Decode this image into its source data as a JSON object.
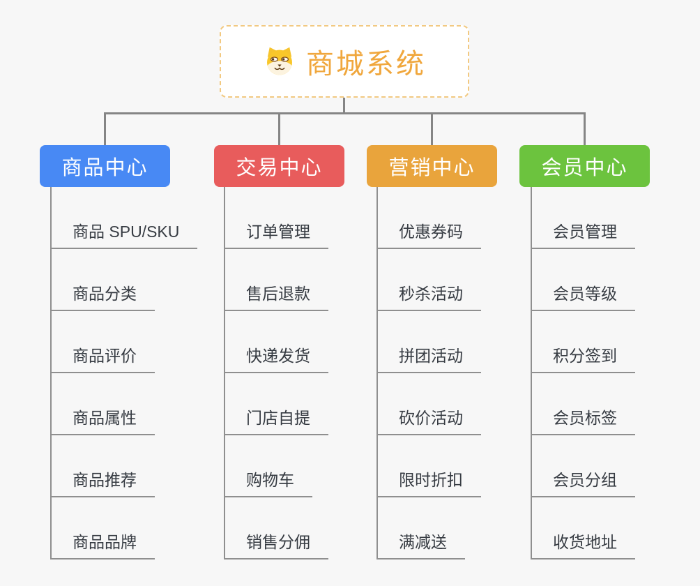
{
  "root": {
    "title": "商城系统",
    "icon": "shiba-dog-icon"
  },
  "colors": {
    "background": "#f7f7f7",
    "root_border": "#f2c981",
    "root_text": "#f0a73d",
    "connector_line": "#858585",
    "leaf_underline": "#8f8f8f",
    "leaf_text": "#363b42",
    "branch_text": "#ffffff"
  },
  "branches": [
    {
      "title": "商品中心",
      "color": "#4889f4",
      "items": [
        "商品 SPU/SKU",
        "商品分类",
        "商品评价",
        "商品属性",
        "商品推荐",
        "商品品牌"
      ]
    },
    {
      "title": "交易中心",
      "color": "#e85c5c",
      "items": [
        "订单管理",
        "售后退款",
        "快递发货",
        "门店自提",
        "购物车",
        "销售分佣"
      ]
    },
    {
      "title": "营销中心",
      "color": "#e9a43c",
      "items": [
        "优惠券码",
        "秒杀活动",
        "拼团活动",
        "砍价活动",
        "限时折扣",
        "满减送"
      ]
    },
    {
      "title": "会员中心",
      "color": "#6cc33e",
      "items": [
        "会员管理",
        "会员等级",
        "积分签到",
        "会员标签",
        "会员分组",
        "收货地址"
      ]
    }
  ]
}
